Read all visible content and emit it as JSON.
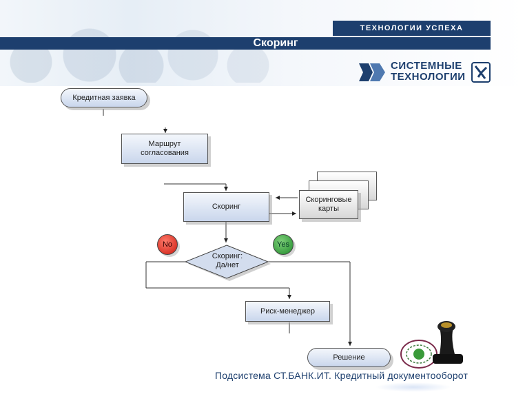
{
  "header": {
    "tagline": "ТЕХНОЛОГИИ УСПЕХА",
    "title": "Скоринг",
    "brand_line1": "СИСТЕМНЫЕ",
    "brand_line2": "ТЕХНОЛОГИИ"
  },
  "flow": {
    "credit_request": "Кредитная заявка",
    "route_line1": "Маршрут",
    "route_line2": "согласования",
    "scoring": "Скоринг",
    "scoring_cards_line1": "Скоринговые",
    "scoring_cards_line2": "карты",
    "no": "No",
    "yes": "Yes",
    "decision_line1": "Скоринг:",
    "decision_line2": "Да/нет",
    "risk_manager": "Риск-менеджер",
    "result": "Решение"
  },
  "footer": {
    "text": "Подсистема СТ.БАНК.ИТ. Кредитный документооборот"
  },
  "colors": {
    "brand_blue": "#1d3f6e",
    "no_red": "#cc1a10",
    "yes_green": "#1f8a2a",
    "box_fill": "#c9d6ec"
  }
}
